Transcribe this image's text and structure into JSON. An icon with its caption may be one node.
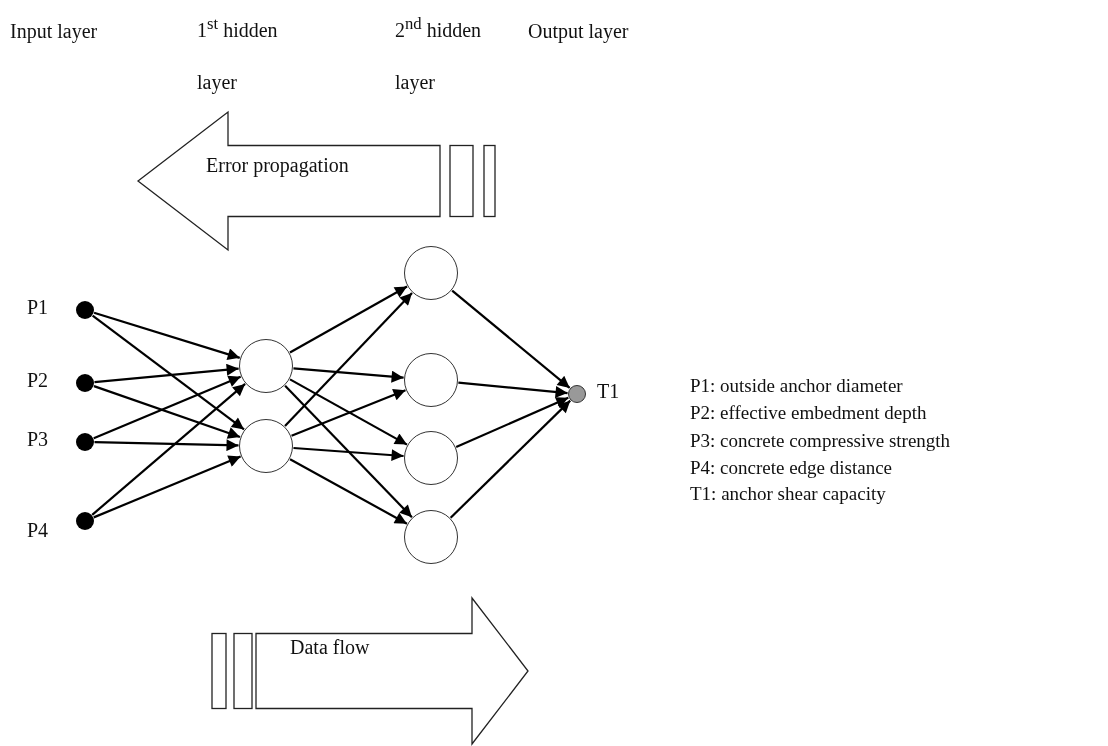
{
  "diagram": {
    "nodes": [
      {
        "text": [],
        "shape": "circle",
        "beside": [
          "P1"
        ]
      },
      {
        "text": [],
        "shape": "circle",
        "beside": [
          "P2"
        ]
      },
      {
        "text": [],
        "shape": "circle",
        "beside": [
          "P3"
        ]
      },
      {
        "text": [],
        "shape": "circle",
        "beside": [
          "P4"
        ]
      },
      {
        "text": [],
        "shape": "circle"
      },
      {
        "text": [],
        "shape": "circle"
      },
      {
        "text": [],
        "shape": "circle"
      },
      {
        "text": [],
        "shape": "circle"
      },
      {
        "text": [],
        "shape": "circle"
      },
      {
        "text": [],
        "shape": "circle"
      },
      {
        "text": [],
        "shape": "circle",
        "beside": [
          "T1"
        ]
      },
      {
        "text": [
          "Error propagation"
        ]
      },
      {
        "text": [
          "Data flow"
        ]
      }
    ],
    "edges": [
      {
        "from": 0,
        "to": 4,
        "arrow": "to"
      },
      {
        "from": 0,
        "to": 5,
        "arrow": "to"
      },
      {
        "from": 1,
        "to": 4,
        "arrow": "to"
      },
      {
        "from": 1,
        "to": 5,
        "arrow": "to"
      },
      {
        "from": 2,
        "to": 4,
        "arrow": "to"
      },
      {
        "from": 2,
        "to": 5,
        "arrow": "to"
      },
      {
        "from": 3,
        "to": 4,
        "arrow": "to"
      },
      {
        "from": 3,
        "to": 5,
        "arrow": "to"
      },
      {
        "from": 4,
        "to": 6,
        "arrow": "to"
      },
      {
        "from": 4,
        "to": 7,
        "arrow": "to"
      },
      {
        "from": 4,
        "to": 8,
        "arrow": "to"
      },
      {
        "from": 4,
        "to": 9,
        "arrow": "to"
      },
      {
        "from": 5,
        "to": 6,
        "arrow": "to"
      },
      {
        "from": 5,
        "to": 7,
        "arrow": "to"
      },
      {
        "from": 5,
        "to": 8,
        "arrow": "to"
      },
      {
        "from": 5,
        "to": 9,
        "arrow": "to"
      },
      {
        "from": 6,
        "to": 10,
        "arrow": "to"
      },
      {
        "from": 7,
        "to": 10,
        "arrow": "to"
      },
      {
        "from": 8,
        "to": 10,
        "arrow": "to"
      },
      {
        "from": 9,
        "to": 10,
        "arrow": "to"
      }
    ],
    "labels": [
      "Input layer",
      "1$^{st}$ hidden layer",
      "2$^{nd}$ hidden layer",
      "Output layer",
      "P1: outside anchor diameter",
      "P2: effective embedment depth",
      "P3: concrete compressive strength",
      "P4: concrete edge distance",
      "T1: anchor shear capacity"
    ]
  }
}
